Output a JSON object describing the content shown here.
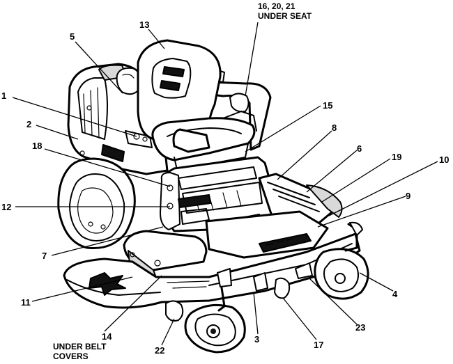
{
  "diagram": {
    "subject": "zero-turn riding mower parts location",
    "labels": [
      {
        "id": "c1",
        "text": "1"
      },
      {
        "id": "c2",
        "text": "2"
      },
      {
        "id": "c5",
        "text": "5"
      },
      {
        "id": "c13",
        "text": "13"
      },
      {
        "id": "c16",
        "text": "16, 20, 21"
      },
      {
        "id": "c16b",
        "text": "UNDER SEAT"
      },
      {
        "id": "c15",
        "text": "15"
      },
      {
        "id": "c8",
        "text": "8"
      },
      {
        "id": "c6",
        "text": "6"
      },
      {
        "id": "c19",
        "text": "19"
      },
      {
        "id": "c10",
        "text": "10"
      },
      {
        "id": "c18",
        "text": "18"
      },
      {
        "id": "c12",
        "text": "12"
      },
      {
        "id": "c9",
        "text": "9"
      },
      {
        "id": "c7",
        "text": "7"
      },
      {
        "id": "c11",
        "text": "11"
      },
      {
        "id": "c4",
        "text": "4"
      },
      {
        "id": "c23",
        "text": "23"
      },
      {
        "id": "c14",
        "text": "14"
      },
      {
        "id": "c14b",
        "text": "UNDER BELT"
      },
      {
        "id": "c14c",
        "text": "COVERS"
      },
      {
        "id": "c22",
        "text": "22"
      },
      {
        "id": "c3",
        "text": "3"
      },
      {
        "id": "c17",
        "text": "17"
      }
    ]
  }
}
